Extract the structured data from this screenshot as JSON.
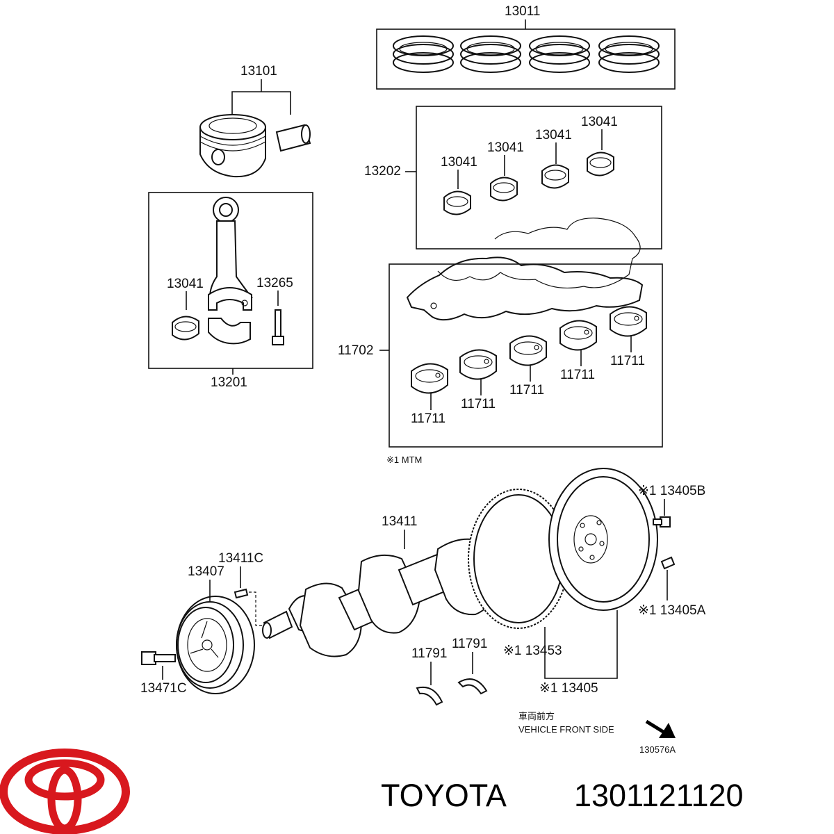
{
  "labels": {
    "rings": "13011",
    "piston": "13101",
    "rod_bearing_set": "13202",
    "rod_bearing_1": "13041",
    "rod_bearing_2": "13041",
    "rod_bearing_3": "13041",
    "rod_bearing_4": "13041",
    "conrod_bearing": "13041",
    "conrod_bolt": "13265",
    "conrod_assy": "13201",
    "main_bearing_set": "11702",
    "main_bearing_1": "11711",
    "main_bearing_2": "11711",
    "main_bearing_3": "11711",
    "main_bearing_4": "11711",
    "main_bearing_5": "11711",
    "mtm_note": "※1 MTM",
    "crankshaft": "13411",
    "flywheel_bolt": "※1 13405B",
    "key": "13411C",
    "pulley": "13407",
    "pin": "※1 13405A",
    "thrust_washer_1": "11791",
    "thrust_washer_2": "11791",
    "ring_gear": "※1 13453",
    "pulley_bolt": "13471C",
    "flywheel": "※1 13405",
    "front_jp": "車両前方",
    "front_en": "VEHICLE FRONT SIDE",
    "diagram_code": "130576A"
  },
  "footer": {
    "brand": "TOYOTA",
    "part_number": "1301121120"
  },
  "colors": {
    "logo_red": "#d8181e",
    "ink": "#111111"
  },
  "icons": {
    "logo": "toyota-logo",
    "arrow": "front-direction-arrow-icon"
  }
}
